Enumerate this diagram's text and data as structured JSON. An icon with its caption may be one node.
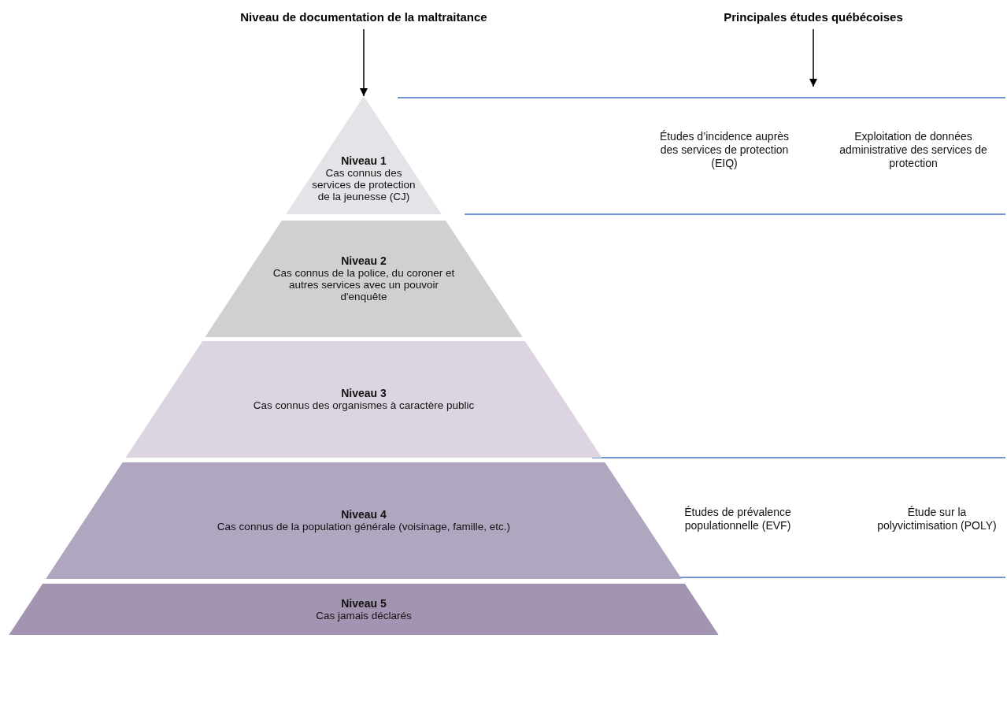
{
  "diagram": {
    "nodes": [
      {
        "text": [
          "Niveau de documentation de la maltraitance"
        ]
      },
      {
        "text": [
          "Principales études québécoises"
        ]
      },
      {
        "text": [
          "Niveau 1",
          "Cas connus des services de protection de la jeunesse (CJ)"
        ]
      },
      {
        "text": [
          "Niveau 2",
          "Cas connus de la police, du coroner et autres services avec un pouvoir d'enquête"
        ]
      },
      {
        "text": [
          "Niveau 3",
          "Cas connus des organismes à caractère public"
        ]
      },
      {
        "text": [
          "Niveau 4",
          "Cas connus de la population générale (voisinage, famille, etc.)"
        ]
      },
      {
        "text": [
          "Niveau 5",
          "Cas jamais déclarés"
        ]
      },
      {
        "text": [
          "Études d’incidence auprès des services de protection (EIQ)"
        ]
      },
      {
        "text": [
          "Exploitation de données administrative des services de protection"
        ]
      },
      {
        "text": [
          "Études de prévalence populationnelle (EVF)"
        ]
      },
      {
        "text": [
          "Étude sur la polyvictimisation (POLY)"
        ]
      }
    ],
    "edges": [
      {
        "from": 0,
        "to": 2,
        "arrow": "to"
      },
      {
        "from": 1,
        "to": null,
        "arrow": "to"
      }
    ]
  }
}
